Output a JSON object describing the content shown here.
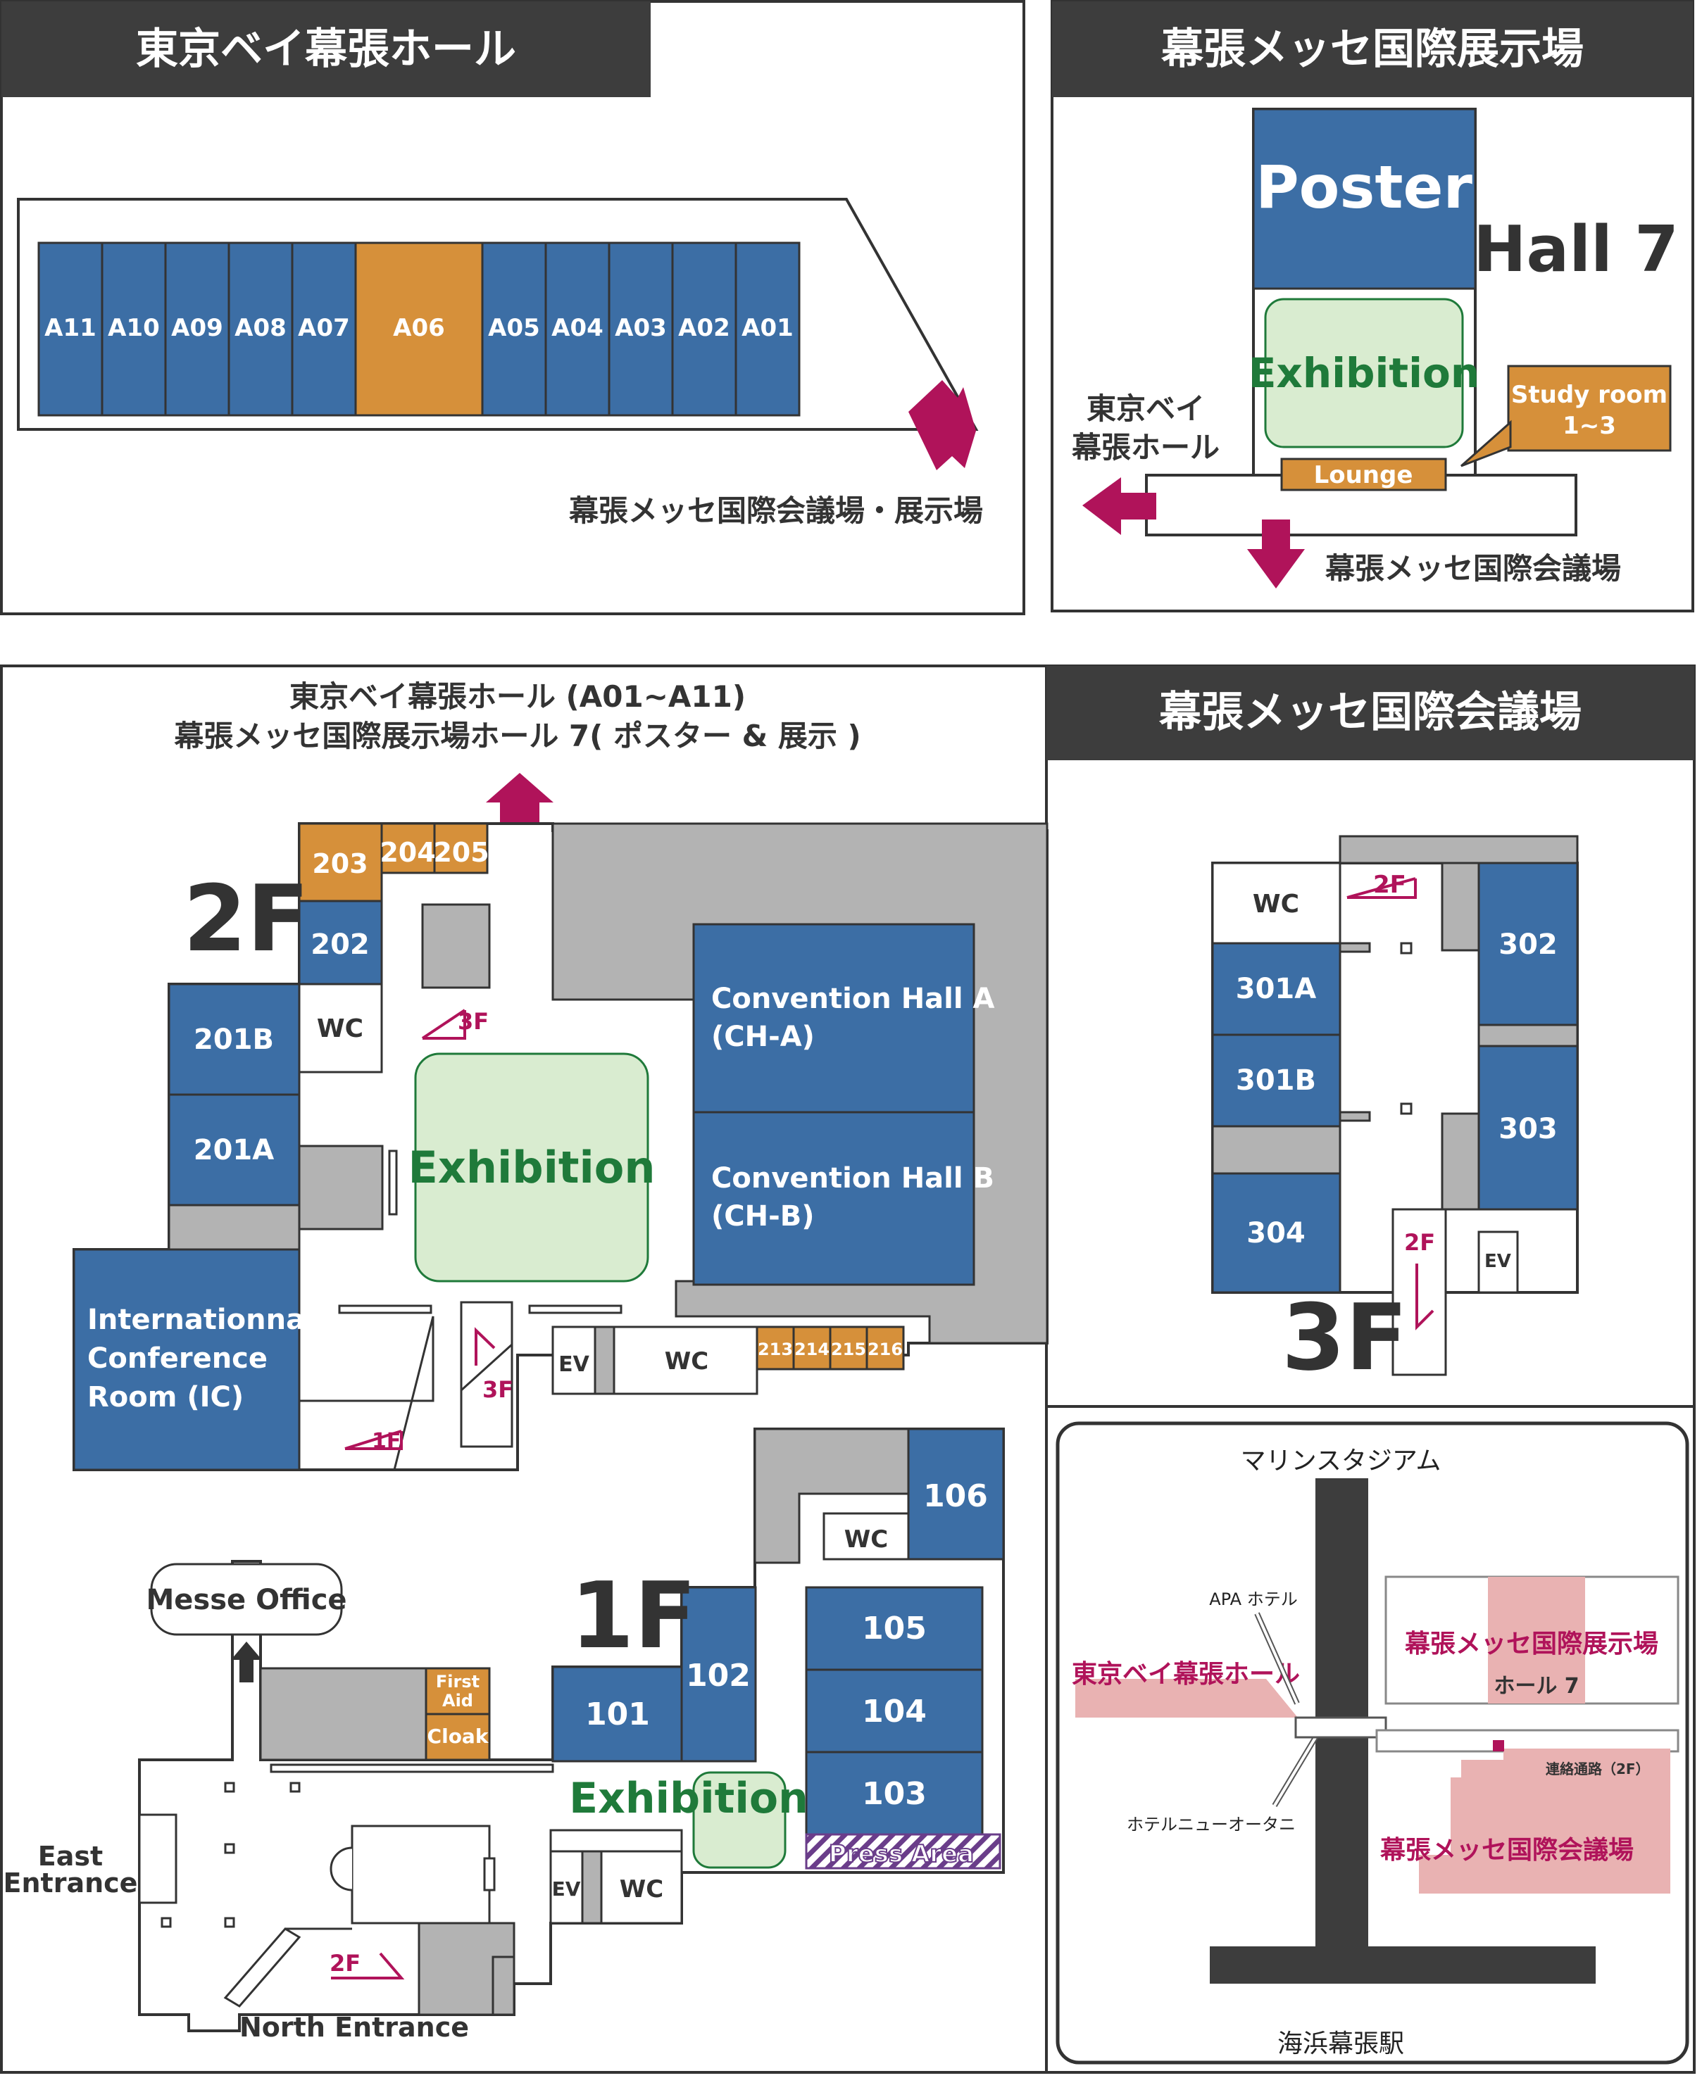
{
  "panels": {
    "tokyo_bay": {
      "title": "東京ベイ幕張ホール",
      "rooms": [
        "A11",
        "A10",
        "A09",
        "A08",
        "A07",
        "A06",
        "A05",
        "A04",
        "A03",
        "A02",
        "A01"
      ],
      "exit_label": "幕張メッセ国際会議場・展示場"
    },
    "exhibition_hall": {
      "title": "幕張メッセ国際展示場",
      "poster": "Poster",
      "hall": "Hall 7",
      "exhibition": "Exhibition",
      "study_room_line1": "Study room",
      "study_room_line2": "1~3",
      "lounge": "Lounge",
      "left_exit_line1": "東京ベイ",
      "left_exit_line2": "幕張ホール",
      "down_exit": "幕張メッセ国際会議場"
    },
    "convention": {
      "title": "幕張メッセ国際会議場",
      "top_note_line1": "東京ベイ幕張ホール (A01~A11)",
      "top_note_line2": "幕張メッセ国際展示場ホール 7( ポスター & 展示 )",
      "floor2": {
        "label": "2F",
        "rooms_orange": [
          "203",
          "204",
          "205"
        ],
        "room_202": "202",
        "room_201b": "201B",
        "room_201a": "201A",
        "wc": "WC",
        "stair_3f": "3F",
        "stair_1f": "1F",
        "exhibition": "Exhibition",
        "ch_a_line1": "Convention Hall A",
        "ch_a_line2": "(CH-A)",
        "ch_b_line1": "Convention Hall B",
        "ch_b_line2": "(CH-B)",
        "ic_line1": "Internationnal",
        "ic_line2": "Conference",
        "ic_line3": "Room (IC)",
        "ev": "EV",
        "small_rooms": [
          "213",
          "214",
          "215",
          "216"
        ]
      },
      "floor3": {
        "label": "3F",
        "wc": "WC",
        "stair_2f": "2F",
        "rooms": [
          "302",
          "301A",
          "301B",
          "303",
          "304"
        ],
        "ev": "EV"
      },
      "floor1": {
        "label": "1F",
        "rooms": [
          "101",
          "102",
          "103",
          "104",
          "105",
          "106"
        ],
        "wc": "WC",
        "ev": "EV",
        "exhibition": "Exhibition",
        "press_area": "Press Area",
        "first_aid_line1": "First",
        "first_aid_line2": "Aid",
        "cloak": "Cloak",
        "messe_office": "Messe Office",
        "east_entrance_line1": "East",
        "east_entrance_line2": "Entrance",
        "north_entrance": "North Entrance",
        "stair_2f": "2F"
      }
    },
    "area_map": {
      "top_label": "マリンスタジアム",
      "bottom_label": "海浜幕張駅",
      "apa": "APA ホテル",
      "new_otani": "ホテルニューオータニ",
      "tokyo_bay": "東京ベイ幕張ホール",
      "exhibition_hall": "幕張メッセ国際展示場",
      "hall7": "ホール 7",
      "convention_center": "幕張メッセ国際会議場",
      "passage": "連絡通路（2F）"
    }
  },
  "colors": {
    "room_blue": "#3c6ea5",
    "room_orange": "#d6903a",
    "exhibition_green": "#d9ecd0",
    "title_bar": "#3d3d3d",
    "arrow_magenta": "#b0135a"
  }
}
